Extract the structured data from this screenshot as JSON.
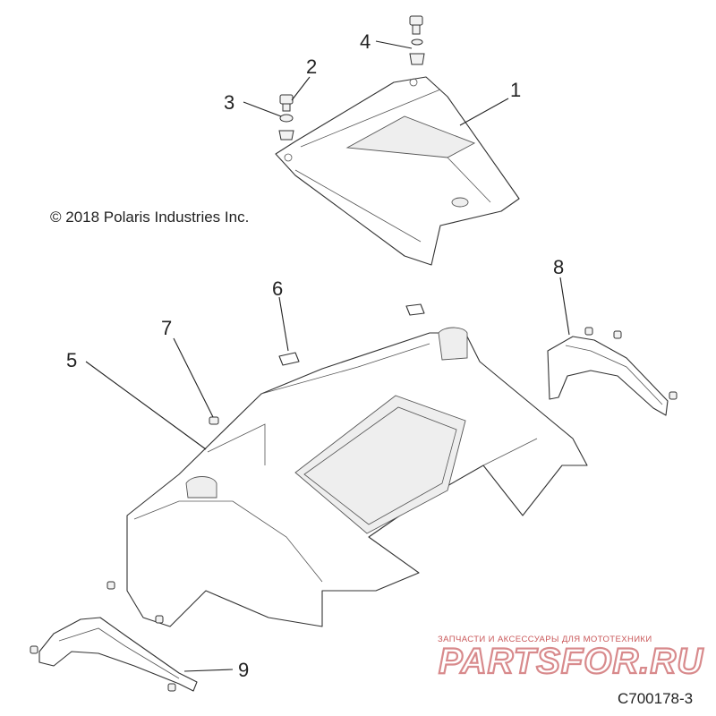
{
  "copyright": "© 2018 Polaris Industries Inc.",
  "diagram_code": "C700178-3",
  "callouts": [
    "1",
    "2",
    "3",
    "4",
    "5",
    "6",
    "7",
    "8",
    "9"
  ],
  "watermark": {
    "tagline": "ЗАПЧАСТИ И АКСЕССУАРЫ ДЛЯ МОТОТЕХНИКИ",
    "brand": "PARTSFOR.RU",
    "color": "#d88a8c"
  }
}
